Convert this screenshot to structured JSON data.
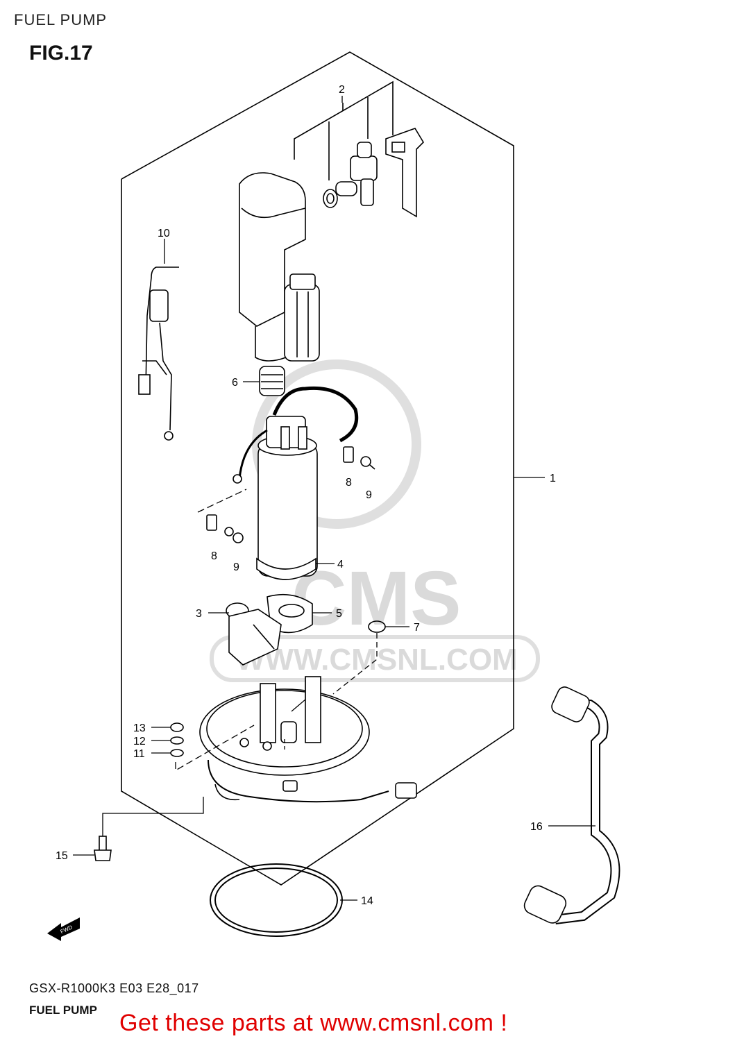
{
  "header": {
    "title": "FUEL PUMP",
    "figure": "FIG.17"
  },
  "footer": {
    "model_code": "GSX-R1000K3 E03 E28_017",
    "subtitle": "FUEL PUMP",
    "promo": "Get these parts at www.cmsnl.com !"
  },
  "watermark": {
    "brand": "CMS",
    "url": "WWW.CMSNL.COM"
  },
  "fwd_label": "FWD",
  "callouts": [
    "1",
    "2",
    "3",
    "4",
    "5",
    "6",
    "7",
    "8",
    "9",
    "8",
    "9",
    "10",
    "11",
    "12",
    "13",
    "14",
    "15",
    "16"
  ],
  "colors": {
    "line": "#000000",
    "promo": "#e00000",
    "watermark": "#d6d6d6"
  }
}
